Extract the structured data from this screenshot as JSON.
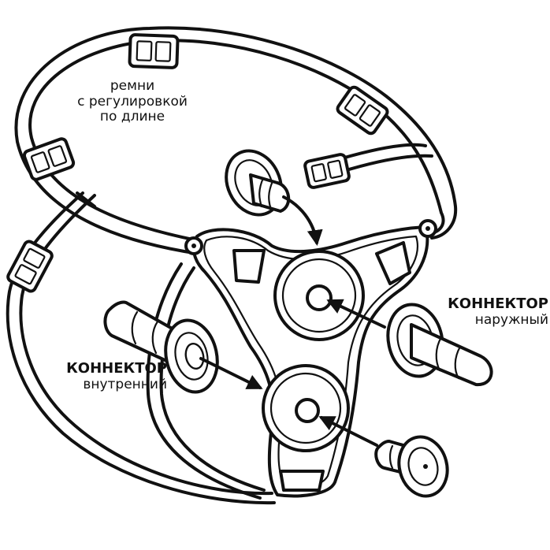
{
  "labels": {
    "straps": {
      "line1": "ремни",
      "line2": "с регулировкой",
      "line3": "по длине"
    },
    "outer_connector": {
      "title": "КОННЕКТОР",
      "subtitle": "наружный"
    },
    "inner_connector": {
      "title": "КОННЕКТОР",
      "subtitle": "внутренний"
    }
  },
  "colors": {
    "ink": "#111111",
    "paper": "#ffffff"
  },
  "icons": [
    "strap-buckle-icon",
    "arrow-icon",
    "connector-plug-icon",
    "ring-icon"
  ]
}
